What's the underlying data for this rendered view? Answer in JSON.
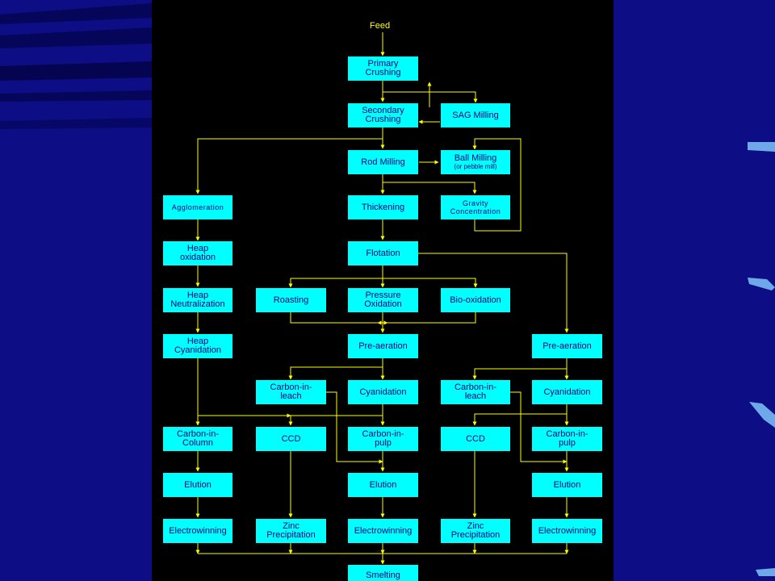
{
  "colors": {
    "slide_background": "#000000",
    "frame_background": "#0d0d86",
    "box_fill": "#00ffff",
    "box_text": "#000080",
    "connector": "#ffff00"
  },
  "flowchart": {
    "feed": "Feed",
    "primary_crushing": "Primary\nCrushing",
    "secondary_crushing": "Secondary\nCrushing",
    "sag_milling": "SAG Milling",
    "rod_milling": "Rod Milling",
    "ball_milling": "Ball Milling",
    "ball_milling_note": "(or pebble mill)",
    "thickening": "Thickening",
    "gravity_concentration": "Gravity\nConcentration",
    "agglomeration": "Agglomeration",
    "heap_oxidation": "Heap\noxidation",
    "flotation": "Flotation",
    "heap_neutralization": "Heap\nNeutralization",
    "roasting": "Roasting",
    "pressure_oxidation": "Pressure\nOxidation",
    "bio_oxidation": "Bio-oxidation",
    "heap_cyanidation": "Heap\nCyanidation",
    "pre_aeration_center": "Pre-aeration",
    "pre_aeration_right": "Pre-aeration",
    "cil_center": "Carbon-in-\nleach",
    "cyanidation_center": "Cyanidation",
    "cil_right": "Carbon-in-\nleach",
    "cyanidation_right": "Cyanidation",
    "carbon_in_column": "Carbon-in-\nColumn",
    "ccd_center": "CCD",
    "cip_center": "Carbon-in-\npulp",
    "ccd_right": "CCD",
    "cip_right": "Carbon-in-\npulp",
    "elution_left": "Elution",
    "elution_center": "Elution",
    "elution_right": "Elution",
    "electrowinning_left": "Electrowinning",
    "zinc_precip_center": "Zinc\nPrecipitation",
    "electrowinning_center": "Electrowinning",
    "zinc_precip_right": "Zinc\nPrecipitation",
    "electrowinning_right": "Electrowinning",
    "smelting": "Smelting"
  }
}
